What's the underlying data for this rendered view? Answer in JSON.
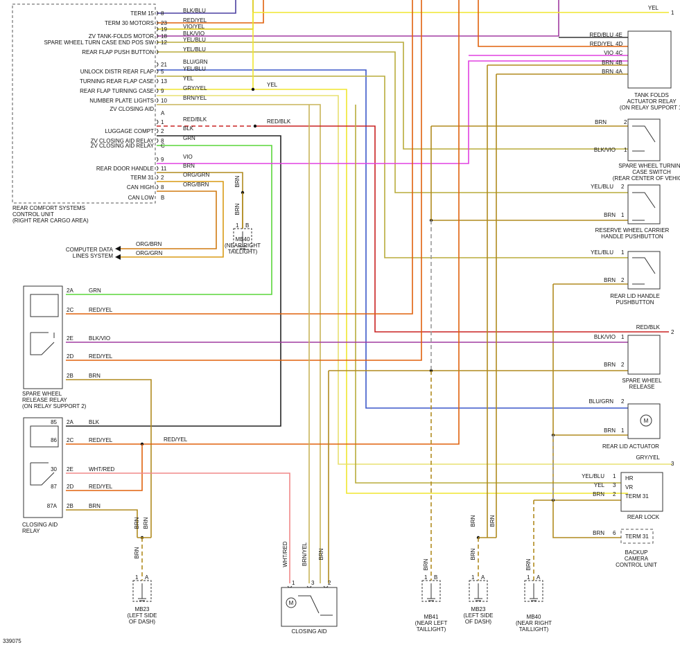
{
  "colors": {
    "BLK": "#222222",
    "BLK/BLU": "#4a3fa0",
    "RED/YEL": "#e0600c",
    "VIO/YEL": "#d9c400",
    "BLK/VIO": "#a03aa0",
    "YEL/BLU": "#b8ab3a",
    "BLU/GRN": "#3a56c8",
    "YEL": "#f0e62e",
    "GRY/YEL": "#e8e070",
    "BRN/YEL": "#c8b458",
    "RED/BLK": "#c82020",
    "GRN": "#5ad63a",
    "VIO": "#e040e0",
    "BRN": "#b08a1e",
    "ORG/GRN": "#d89a14",
    "ORG/BRN": "#d07a10",
    "WHT/RED": "#f08888",
    "GND": "#999999"
  },
  "control_unit": {
    "name_lines": [
      "REAR COMFORT SYSTEMS",
      "CONTROL UNIT",
      "(RIGHT REAR CARGO AREA)"
    ],
    "pins": [
      {
        "label": "TERM 15",
        "pin": "8",
        "wire": "BLK/BLU"
      },
      {
        "label": "TERM 30 MOTORS",
        "pin": "23",
        "wire": "RED/YEL"
      },
      {
        "label": "",
        "pin": "19",
        "wire": "VIO/YEL"
      },
      {
        "label": "ZV TANK-FOLDS MOTOR",
        "pin": "18",
        "wire": "BLK/VIO"
      },
      {
        "label": "SPARE WHEEL TURN CASE END POS SW",
        "pin": "12",
        "wire": "YEL/BLU"
      },
      {
        "label": "REAR FLAP PUSH BUTTON",
        "pin": "",
        "wire": "YEL/BLU"
      },
      {
        "label": "",
        "pin": "21",
        "wire": "BLU/GRN"
      },
      {
        "label": "UNLOCK DISTR REAR FLAP",
        "pin": "5",
        "wire": "YEL/BLU"
      },
      {
        "label": "TURNING REAR FLAP CASE",
        "pin": "13",
        "wire": "YEL"
      },
      {
        "label": "REAR FLAP TURNING CASE",
        "pin": "9",
        "wire": "GRY/YEL"
      },
      {
        "label": "NUMBER PLATE LIGHTS",
        "pin": "10",
        "wire": "BRN/YEL"
      },
      {
        "label": "ZV CLOSING AID",
        "pin": "",
        "wire": ""
      },
      {
        "label": "",
        "pin": "A",
        "wire": ""
      },
      {
        "label": "",
        "pin": "1",
        "wire": "RED/BLK"
      },
      {
        "label": "LUGGAGE COMPT",
        "pin": "2",
        "wire": "BLK"
      },
      {
        "label": "ZV CLOSING AID RELAY",
        "pin": "8",
        "wire": "GRN"
      },
      {
        "label": "ZV CLOSING AID RELAY",
        "pin": "C",
        "wire": ""
      },
      {
        "label": "",
        "pin": "9",
        "wire": "VIO"
      },
      {
        "label": "REAR DOOR HANDLE",
        "pin": "11",
        "wire": "BRN"
      },
      {
        "label": "TERM 31",
        "pin": "2",
        "wire": "ORG/GRN"
      },
      {
        "label": "CAN HIGH",
        "pin": "8",
        "wire": "ORG/BRN"
      },
      {
        "label": "CAN LOW",
        "pin": "B",
        "wire": ""
      }
    ]
  },
  "labels": {
    "yel_top": "YEL",
    "yel_mid": "YEL",
    "red_blk_mid": "RED/BLK",
    "red_blk_right": "RED/BLK",
    "red_yel_mid": "RED/YEL",
    "gry_yel_right": "GRY/YEL",
    "computer_data": [
      "COMPUTER DATA",
      "LINES SYSTEM"
    ],
    "org_brn": "ORG/BRN",
    "org_grn": "ORG/GRN",
    "ref_1": "1",
    "ref_2": "2",
    "ref_3": "3",
    "figure_code": "339075"
  },
  "tank_relay": {
    "pins": [
      {
        "wire": "RED/BLU",
        "pin": "4E"
      },
      {
        "wire": "RED/YEL",
        "pin": "4D"
      },
      {
        "wire": "VIO",
        "pin": "4C"
      },
      {
        "wire": "BRN",
        "pin": "4B"
      },
      {
        "wire": "BRN",
        "pin": "4A"
      }
    ],
    "name_lines": [
      "TANK FOLDS",
      "ACTUATOR RELAY",
      "(ON RELAY SUPPORT 1)"
    ]
  },
  "spare_switch": {
    "pins": [
      {
        "wire": "BRN",
        "pin": "2"
      },
      {
        "wire": "BLK/VIO",
        "pin": "1"
      }
    ],
    "name_lines": [
      "SPARE WHEEL TURNING",
      "CASE SWITCH",
      "(REAR CENTER OF VEHICLE)"
    ]
  },
  "reserve_button": {
    "pins": [
      {
        "wire": "YEL/BLU",
        "pin": "2"
      },
      {
        "wire": "BRN",
        "pin": "1"
      }
    ],
    "name_lines": [
      "RESERVE WHEEL CARRIER",
      "HANDLE PUSHBUTTON"
    ]
  },
  "rear_lid_button": {
    "pins": [
      {
        "wire": "YEL/BLU",
        "pin": "1"
      },
      {
        "wire": "BRN",
        "pin": "2"
      }
    ],
    "name_lines": [
      "REAR LID HANDLE",
      "PUSHBUTTON"
    ]
  },
  "spare_release": {
    "pins": [
      {
        "wire": "BLK/VIO",
        "pin": "1"
      },
      {
        "wire": "BRN",
        "pin": "2"
      }
    ],
    "name_lines": [
      "SPARE WHEEL",
      "RELEASE"
    ]
  },
  "lid_actuator": {
    "pins": [
      {
        "wire": "BLU/GRN",
        "pin": "2"
      },
      {
        "wire": "BRN",
        "pin": "1"
      }
    ],
    "name_lines": [
      "REAR LID ACTUATOR"
    ]
  },
  "rear_lock": {
    "pins": [
      {
        "wire": "YEL/BLU",
        "pin": "1",
        "term": "HR"
      },
      {
        "wire": "YEL",
        "pin": "3",
        "term": "VR"
      },
      {
        "wire": "BRN",
        "pin": "2",
        "term": "TERM 31"
      }
    ],
    "name_lines": [
      "REAR LOCK"
    ]
  },
  "backup_camera": {
    "pins": [
      {
        "wire": "BRN",
        "pin": "6",
        "term": "TERM 31"
      }
    ],
    "name_lines": [
      "BACKUP",
      "CAMERA",
      "CONTROL UNIT"
    ]
  },
  "spare_relay": {
    "pins": [
      {
        "pin": "2A",
        "wire": "GRN"
      },
      {
        "pin": "2C",
        "wire": "RED/YEL"
      },
      {
        "pin": "2E",
        "wire": "BLK/VIO"
      },
      {
        "pin": "2D",
        "wire": "RED/YEL"
      },
      {
        "pin": "2B",
        "wire": "BRN"
      }
    ],
    "name_lines": [
      "SPARE WHEEL",
      "RELEASE RELAY",
      "(ON RELAY SUPPORT 2)"
    ]
  },
  "closing_relay": {
    "pins": [
      {
        "term": "85",
        "pin": "2A",
        "wire": "BLK"
      },
      {
        "term": "86",
        "pin": "2C",
        "wire": "RED/YEL"
      },
      {
        "term": "30",
        "pin": "2E",
        "wire": "WHT/RED"
      },
      {
        "term": "87",
        "pin": "2D",
        "wire": "RED/YEL"
      },
      {
        "term": "87A",
        "pin": "2B",
        "wire": "BRN"
      }
    ],
    "name_lines": [
      "CLOSING AID",
      "RELAY"
    ]
  },
  "closing_aid": {
    "wires": [
      "WHT/RED",
      "BRN/YEL",
      "BRN"
    ],
    "pins": [
      "1",
      "3",
      "2"
    ],
    "name": "CLOSING AID"
  },
  "grounds": [
    {
      "id": "mb40a",
      "name_lines": [
        "MB40",
        "(NEAR RIGHT",
        "TAILLIGHT)"
      ],
      "wire": "BRN",
      "pins": [
        "1",
        "B"
      ]
    },
    {
      "id": "mb23a",
      "name_lines": [
        "MB23",
        "(LEFT SIDE",
        "OF DASH)"
      ],
      "wire": "BRN",
      "pins": [
        "1",
        "A"
      ]
    },
    {
      "id": "mb41",
      "name_lines": [
        "MB41",
        "(NEAR LEFT",
        "TAILLIGHT)"
      ],
      "wire": "BRN",
      "pins": [
        "1",
        "B"
      ]
    },
    {
      "id": "mb23b",
      "name_lines": [
        "MB23",
        "(LEFT SIDE",
        "OF DASH)"
      ],
      "wire": "BRN",
      "pins": [
        "1",
        "A"
      ]
    },
    {
      "id": "mb40b",
      "name_lines": [
        "MB40",
        "(NEAR RIGHT",
        "TAILLIGHT)"
      ],
      "wire": "BRN",
      "pins": [
        "1",
        "A"
      ]
    }
  ]
}
